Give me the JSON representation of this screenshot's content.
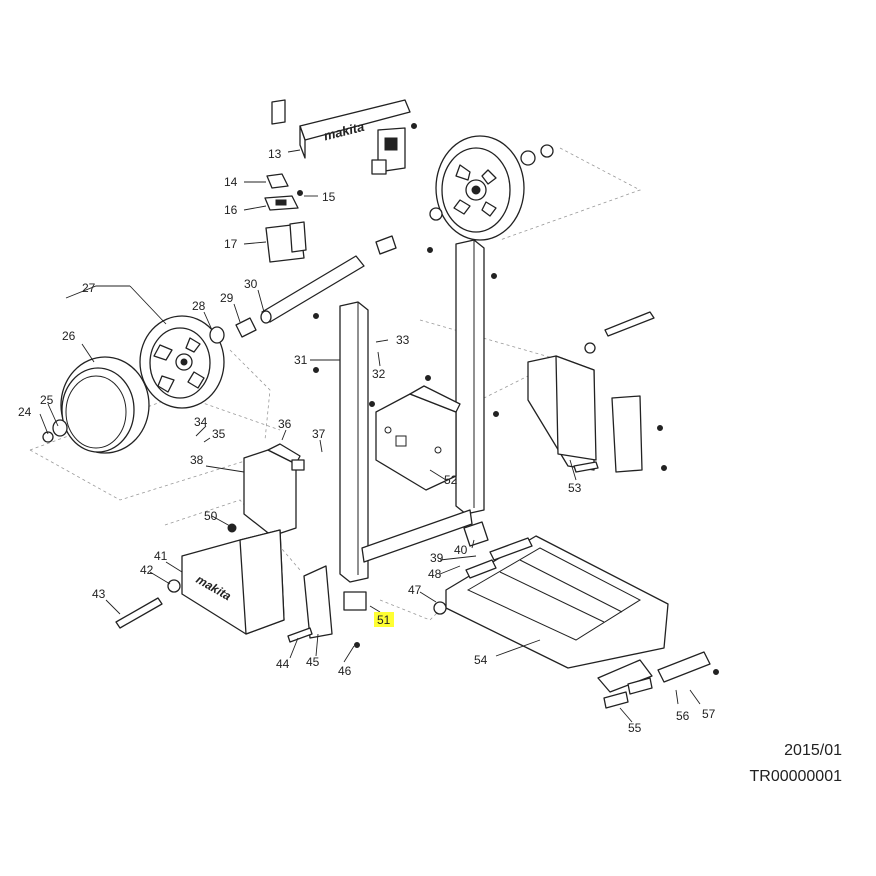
{
  "colors": {
    "line": "#222222",
    "highlight": "#ffff33",
    "background": "#ffffff"
  },
  "highlighted_callout": "51",
  "callouts": {
    "c13": "13",
    "c14": "14",
    "c15": "15",
    "c16": "16",
    "c17": "17",
    "c24": "24",
    "c25": "25",
    "c26": "26",
    "c27": "27",
    "c28": "28",
    "c29": "29",
    "c30": "30",
    "c31": "31",
    "c32": "32",
    "c33": "33",
    "c34": "34",
    "c35": "35",
    "c36": "36",
    "c37": "37",
    "c38": "38",
    "c39": "39",
    "c40": "40",
    "c41": "41",
    "c42": "42",
    "c43": "43",
    "c44": "44",
    "c45": "45",
    "c46": "46",
    "c47": "47",
    "c48": "48",
    "c50": "50",
    "c51": "51",
    "c52": "52",
    "c53": "53",
    "c54": "54",
    "c55": "55",
    "c56": "56",
    "c57": "57"
  },
  "footer": {
    "date": "2015/01",
    "code": "TR00000001"
  }
}
